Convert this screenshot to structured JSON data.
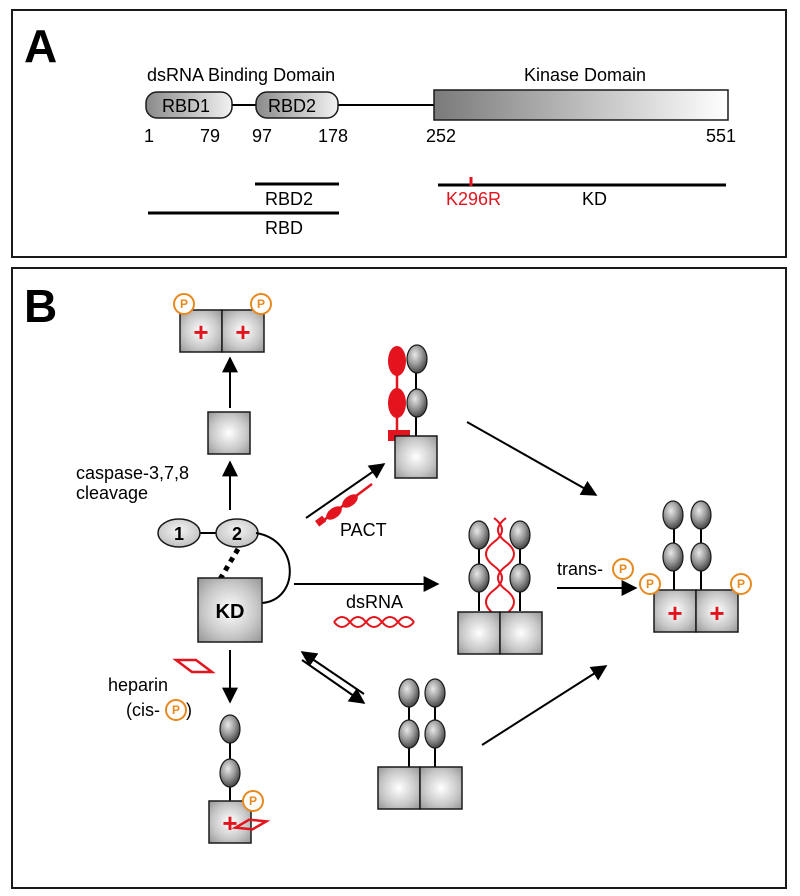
{
  "panel_a": {
    "letter": "A",
    "dsrna_binding_domain_label": "dsRNA Binding Domain",
    "kinase_domain_label": "Kinase Domain",
    "rbd1_label": "RBD1",
    "rbd2_label": "RBD2",
    "positions": [
      "1",
      "79",
      "97",
      "178",
      "252",
      "551"
    ],
    "constructs": {
      "rbd2": "RBD2",
      "rbd": "RBD",
      "mutation": "K296R",
      "kd": "KD"
    }
  },
  "panel_b": {
    "letter": "B",
    "kd_label": "KD",
    "domain_1": "1",
    "domain_2": "2",
    "caspase_line1": "caspase-3,7,8",
    "caspase_line2": "cleavage",
    "pact_label": "PACT",
    "dsrna_label": "dsRNA",
    "trans_label": "trans-",
    "heparin_label": "heparin",
    "cis_label_open": "(cis-",
    "cis_label_close": ")",
    "phospho_letter": "P",
    "plus_sign": "+"
  },
  "colors": {
    "accent_red": "#e3141d",
    "phospho_orange": "#e8891f",
    "border": "#1a1a1a"
  }
}
